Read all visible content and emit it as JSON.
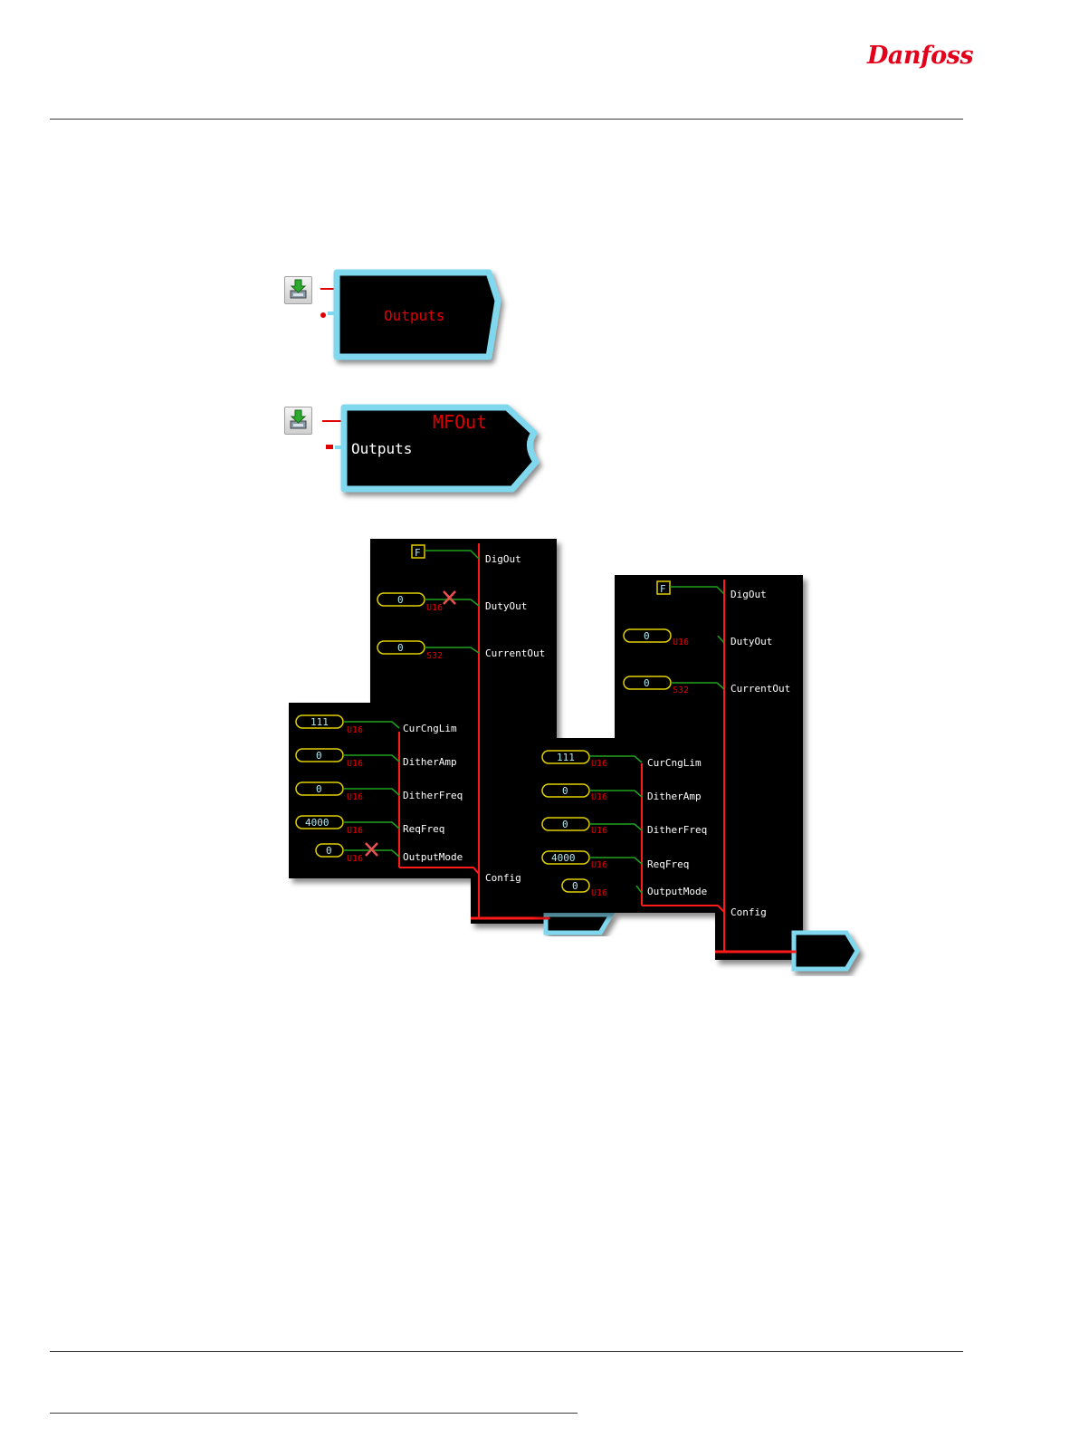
{
  "brand": {
    "logo_text": "Danfoss",
    "color": "#e2001a"
  },
  "colors": {
    "block_fill": "#000000",
    "block_border": "#7fd8ee",
    "label_red": "#e00000",
    "text_white": "#ffffff",
    "wire_green": "#1fa31f",
    "bus_red": "#ff1a1a",
    "const_yellow": "#e0d000",
    "value_cyan": "#b0e8f0"
  },
  "block1": {
    "icon": "download-icon",
    "label": "Outputs"
  },
  "block2": {
    "icon": "download-icon",
    "title": "MFOut",
    "input_label": "Outputs"
  },
  "diagram_left": {
    "upper": [
      {
        "const": "F",
        "type": "",
        "port": "DigOut",
        "crossed": false
      },
      {
        "const": "0",
        "type": "U16",
        "port": "DutyOut",
        "crossed": true
      },
      {
        "const": "0",
        "type": "S32",
        "port": "CurrentOut",
        "crossed": false
      }
    ],
    "lower": [
      {
        "const": "111",
        "type": "U16",
        "port": "CurCngLim",
        "crossed": false
      },
      {
        "const": "0",
        "type": "U16",
        "port": "DitherAmp",
        "crossed": false
      },
      {
        "const": "0",
        "type": "U16",
        "port": "DitherFreq",
        "crossed": false
      },
      {
        "const": "4000",
        "type": "U16",
        "port": "ReqFreq",
        "crossed": false
      },
      {
        "const": "0",
        "type": "U16",
        "port": "OutputMode",
        "crossed": true
      }
    ],
    "config": "Config"
  },
  "diagram_right": {
    "upper": [
      {
        "const": "F",
        "type": "",
        "port": "DigOut"
      },
      {
        "const": "0",
        "type": "U16",
        "port": "DutyOut"
      },
      {
        "const": "0",
        "type": "S32",
        "port": "CurrentOut"
      }
    ],
    "lower": [
      {
        "const": "111",
        "type": "U16",
        "port": "CurCngLim"
      },
      {
        "const": "0",
        "type": "U16",
        "port": "DitherAmp"
      },
      {
        "const": "0",
        "type": "U16",
        "port": "DitherFreq"
      },
      {
        "const": "4000",
        "type": "U16",
        "port": "ReqFreq"
      },
      {
        "const": "0",
        "type": "U16",
        "port": "OutputMode"
      }
    ],
    "config": "Config"
  }
}
